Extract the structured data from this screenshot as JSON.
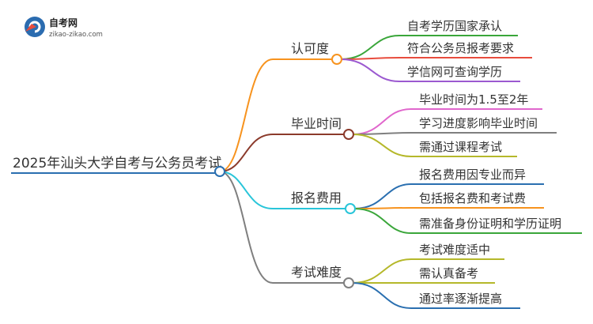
{
  "logo": {
    "title": "自考网",
    "subtitle": "zikao-zikao.com"
  },
  "root": {
    "label": "2025年汕头大学自考与公务员考试"
  },
  "branches": [
    {
      "label": "认可度",
      "color": "#f7931e",
      "children": [
        {
          "label": "自考学历国家承认",
          "color": "#3aa63a"
        },
        {
          "label": "符合公务员报考要求",
          "color": "#e84c3d"
        },
        {
          "label": "学信网可查询学历",
          "color": "#9b59d0"
        }
      ]
    },
    {
      "label": "毕业时间",
      "color": "#8b3a2b",
      "children": [
        {
          "label": "毕业时间为1.5至2年",
          "color": "#e066cc"
        },
        {
          "label": "学习进度影响毕业时间",
          "color": "#7f7f7f"
        },
        {
          "label": "需通过课程考试",
          "color": "#b5b82a"
        }
      ]
    },
    {
      "label": "报名费用",
      "color": "#29c5d9",
      "children": [
        {
          "label": "报名费用因专业而异",
          "color": "#2a6fb0"
        },
        {
          "label": "包括报名费和考试费",
          "color": "#f7931e"
        },
        {
          "label": "需准备身份证明和学历证明",
          "color": "#3aa63a"
        }
      ]
    },
    {
      "label": "考试难度",
      "color": "#7f7f7f",
      "children": [
        {
          "label": "考试难度适中",
          "color": "#b5b82a"
        },
        {
          "label": "需认真备考",
          "color": "#b5b82a"
        },
        {
          "label": "通过率逐渐提高",
          "color": "#2a6fb0"
        }
      ]
    }
  ]
}
